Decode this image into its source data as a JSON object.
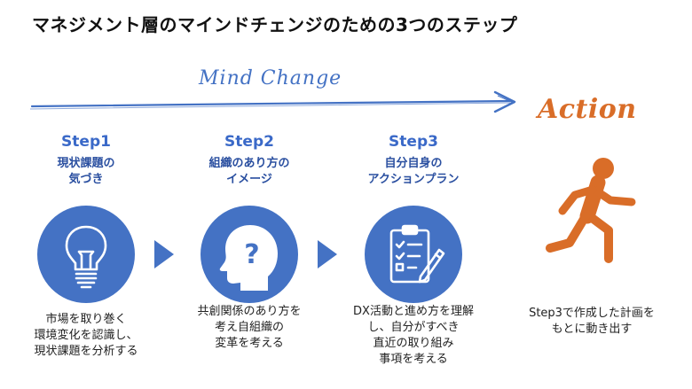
{
  "title": "マネジメント層のマインドチェンジのための3つのステップ",
  "mind_change_label": "Mind Change",
  "action_label": "Action",
  "colors": {
    "blue": "#4472c4",
    "orange": "#d96d28",
    "dark_blue": "#2a4fa0"
  },
  "steps": [
    {
      "title": "Step1",
      "subtitle": "現状課題の\n気づき",
      "icon": "lightbulb-icon",
      "description": "市場を取り巻く\n環境変化を認識し、\n現状課題を分析する"
    },
    {
      "title": "Step2",
      "subtitle": "組織のあり方の\nイメージ",
      "icon": "head-question-icon",
      "description": "共創関係のあり方を\n考え自組織の\n変革を考える"
    },
    {
      "title": "Step3",
      "subtitle": "自分自身の\nアクションプラン",
      "icon": "clipboard-checklist-icon",
      "description": "DX活動と進め方を理解\nし、自分がすべき\n直近の取り組み\n事項を考える"
    }
  ],
  "action": {
    "icon": "running-person-icon",
    "description": "Step3で作成した計画を\nもとに動き出す"
  }
}
